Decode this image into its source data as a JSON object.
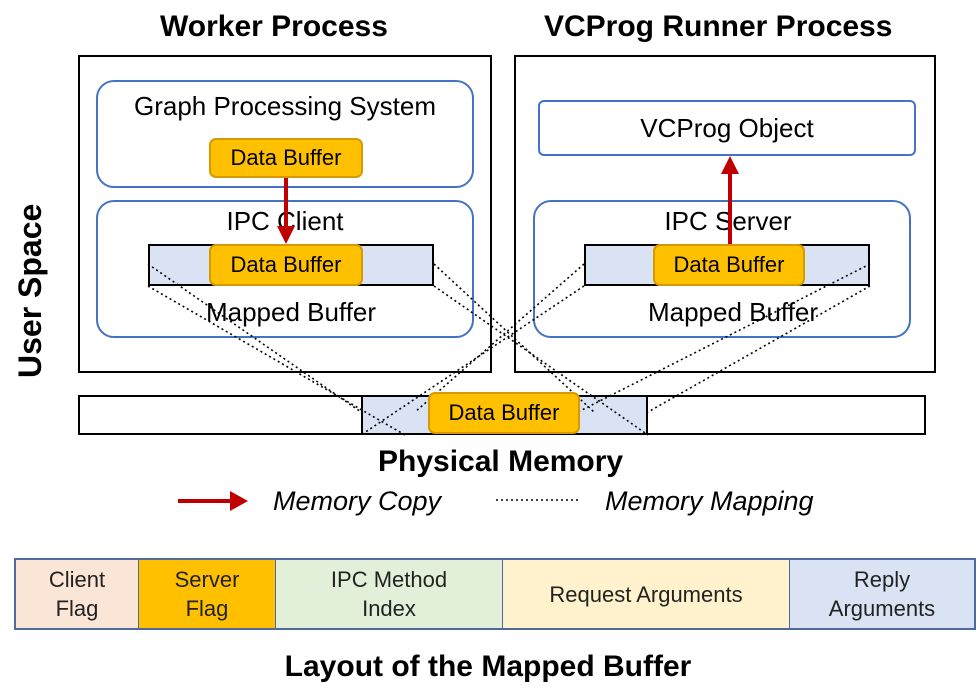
{
  "worker_process": {
    "title": "Worker Process",
    "graph_system": "Graph Processing System",
    "data_buffer_top": "Data Buffer",
    "ipc_client": "IPC Client",
    "data_buffer_mapped": "Data Buffer",
    "mapped_buffer": "Mapped Buffer"
  },
  "runner_process": {
    "title": "VCProg Runner Process",
    "vcprog_object": "VCProg Object",
    "ipc_server": "IPC Server",
    "data_buffer_mapped": "Data Buffer",
    "mapped_buffer": "Mapped Buffer"
  },
  "user_space_label": "User Space",
  "physical_memory": {
    "data_buffer": "Data Buffer",
    "label": "Physical Memory"
  },
  "legend": {
    "memory_copy": "Memory Copy",
    "memory_mapping": "Memory Mapping"
  },
  "layout": {
    "segments": [
      {
        "label": "Client\nFlag",
        "color": "#fbe5d6"
      },
      {
        "label": "Server\nFlag",
        "color": "#ffc000"
      },
      {
        "label": "IPC Method\nIndex",
        "color": "#e2f0d9"
      },
      {
        "label": "Request Arguments",
        "color": "#fff2cc"
      },
      {
        "label": "Reply\nArguments",
        "color": "#dae3f3"
      }
    ],
    "caption": "Layout of the Mapped Buffer"
  },
  "colors": {
    "copy_arrow": "#c00000",
    "box_border": "#4472c4",
    "data_buffer": "#ffc000"
  }
}
